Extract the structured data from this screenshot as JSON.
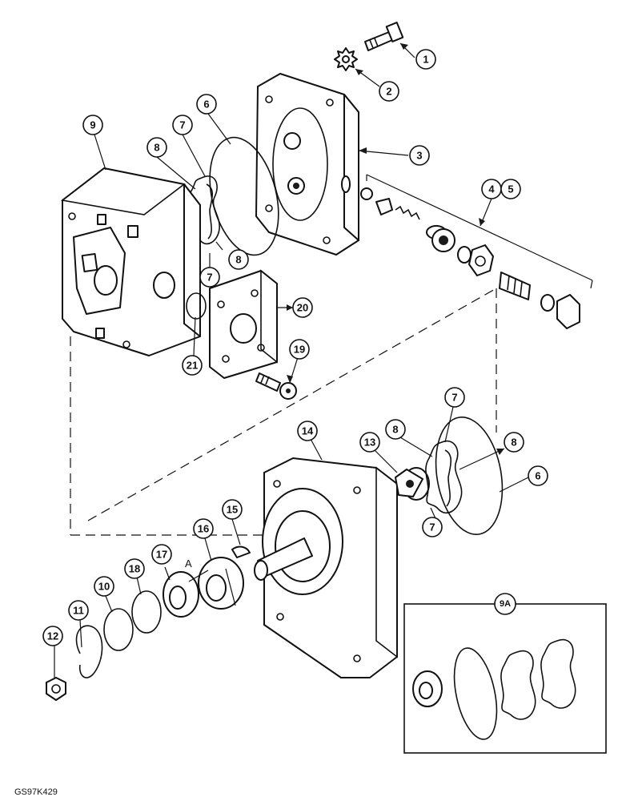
{
  "figure_code": "GS97K429",
  "note_letter": "A",
  "callouts": {
    "c1": "1",
    "c2": "2",
    "c3": "3",
    "c4": "4",
    "c5": "5",
    "c6a": "6",
    "c6b": "6",
    "c7a": "7",
    "c7b": "7",
    "c7c": "7",
    "c7d": "7",
    "c8a": "8",
    "c8b": "8",
    "c8c": "8",
    "c8d": "8",
    "c9": "9",
    "c9a": "9A",
    "c10": "10",
    "c11": "11",
    "c12": "12",
    "c13": "13",
    "c14": "14",
    "c15": "15",
    "c16": "16",
    "c17": "17",
    "c18": "18",
    "c19": "19",
    "c20": "20",
    "c21": "21"
  },
  "icons": {
    "bolt": "bolt-icon",
    "washer": "washer-icon",
    "housing": "housing-icon",
    "seal": "seal-icon",
    "o_ring": "o-ring-icon",
    "nut": "nut-icon"
  }
}
